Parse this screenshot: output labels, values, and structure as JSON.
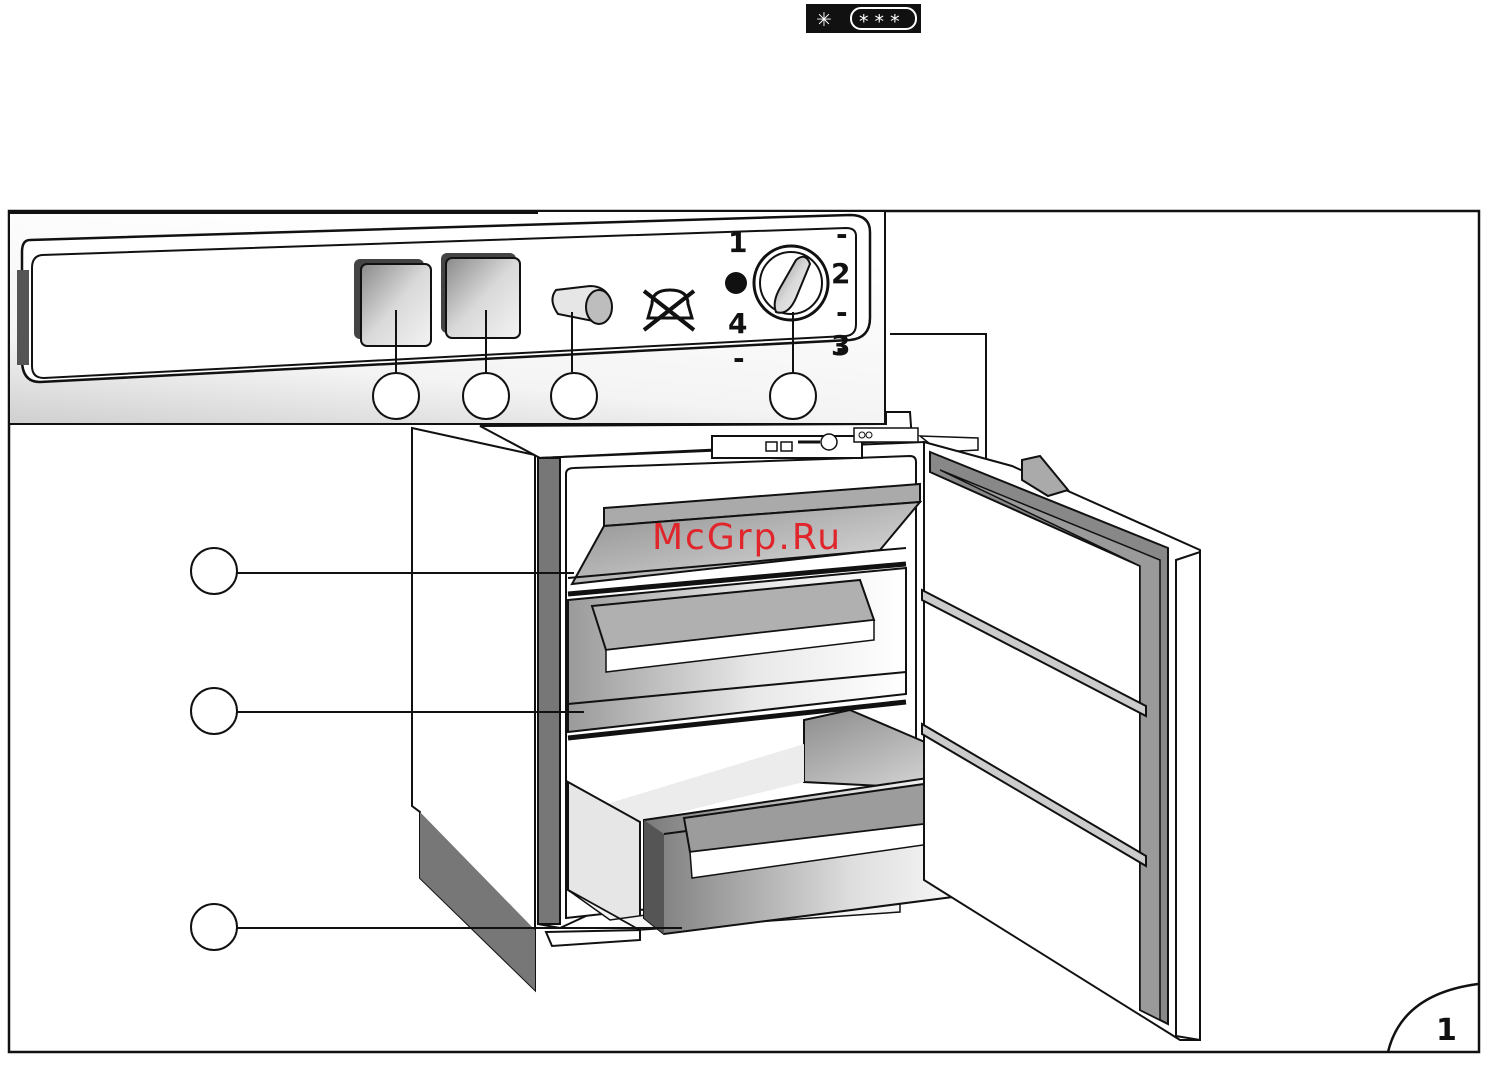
{
  "badge": {
    "snowflake": "✳",
    "stars": "* * *"
  },
  "control_panel": {
    "dial_labels": [
      "1",
      "2",
      "3",
      "4"
    ],
    "dial_dashes": [
      "-",
      "-",
      "-",
      "-"
    ],
    "callouts_top": [
      "",
      "",
      "",
      ""
    ]
  },
  "callouts_left": [
    "",
    "",
    ""
  ],
  "watermark": "McGrp.Ru",
  "page_number": "1",
  "colors": {
    "ink": "#111111",
    "watermark": "#e0252b",
    "panel_shade": "#d8d8d8",
    "body_grey": "#777777"
  }
}
